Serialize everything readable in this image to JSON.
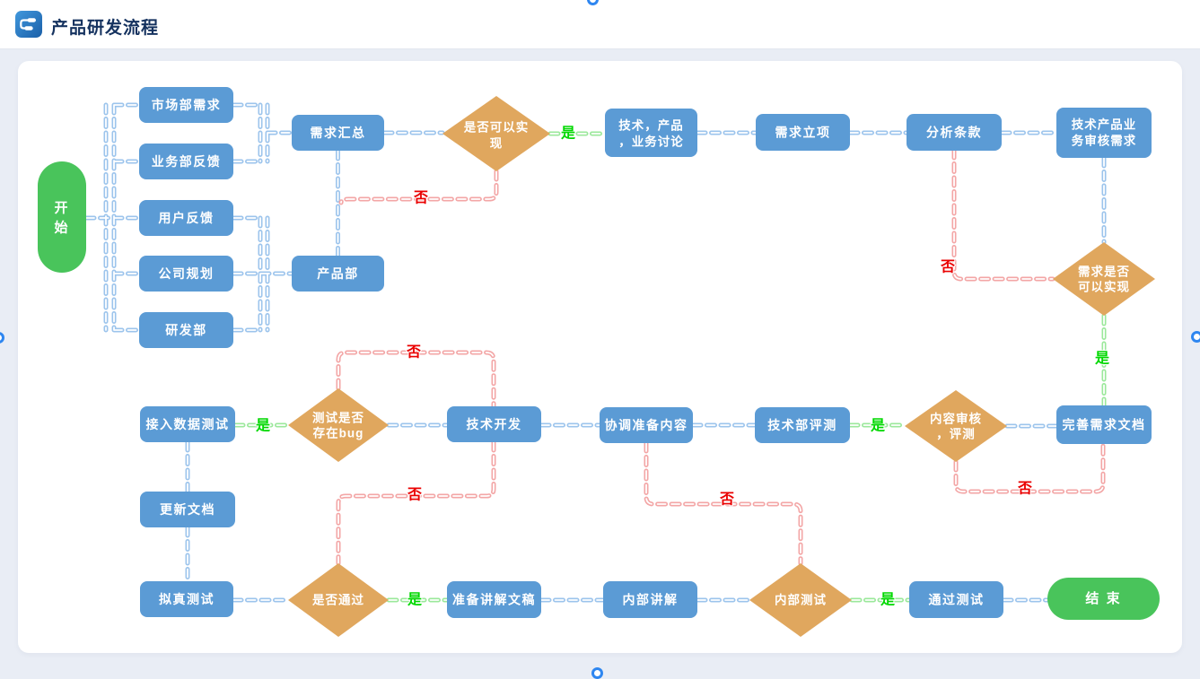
{
  "header": {
    "title": "产品研发流程",
    "icon": "flowchart-icon"
  },
  "labels": {
    "yes": "是",
    "no": "否"
  },
  "colors": {
    "node_blue": "#5b9bd5",
    "node_orange": "#e0a75e",
    "node_green": "#49c45b",
    "edge_blue": "#9cc4ec",
    "edge_green": "#9be89b",
    "edge_red": "#f3a6a6",
    "yes_green": "#00d800",
    "no_red": "#ea0000"
  },
  "nodes": {
    "start": {
      "line1": "开",
      "line2": "始"
    },
    "market": {
      "label": "市场部需求"
    },
    "business": {
      "label": "业务部反馈"
    },
    "user_feedback": {
      "label": "用户反馈"
    },
    "company_plan": {
      "label": "公司规划"
    },
    "rnd": {
      "label": "研发部"
    },
    "demand_summary": {
      "label": "需求汇总"
    },
    "product_dept": {
      "label": "产品部"
    },
    "feasible1": {
      "line1": "是否可以实",
      "line2": "现"
    },
    "tech_discuss": {
      "line1": "技术，产品",
      "line2": "，业务讨论"
    },
    "project_approval": {
      "label": "需求立项"
    },
    "analyze_terms": {
      "label": "分析条款"
    },
    "tech_review_req": {
      "line1": "技术产品业",
      "line2": "务审核需求"
    },
    "feasible2": {
      "line1": "需求是否",
      "line2": "可以实现"
    },
    "perfect_doc": {
      "label": "完善需求文档"
    },
    "content_review": {
      "line1": "内容审核",
      "line2": "，评测"
    },
    "tech_eval": {
      "label": "技术部评测"
    },
    "coordinate": {
      "label": "协调准备内容"
    },
    "tech_dev": {
      "label": "技术开发"
    },
    "bug_test": {
      "line1": "测试是否",
      "line2": "存在bug"
    },
    "data_test": {
      "label": "接入数据测试"
    },
    "update_doc": {
      "label": "更新文档"
    },
    "sim_test": {
      "label": "拟真测试"
    },
    "pass_q": {
      "label": "是否通过"
    },
    "prep_doc": {
      "label": "准备讲解文稿"
    },
    "internal_lecture": {
      "label": "内部讲解"
    },
    "internal_test": {
      "label": "内部测试"
    },
    "pass_test": {
      "label": "通过测试"
    },
    "end": {
      "label": "结 束"
    }
  },
  "edges": [
    {
      "from": "start",
      "to": "market"
    },
    {
      "from": "start",
      "to": "business"
    },
    {
      "from": "start",
      "to": "user_feedback"
    },
    {
      "from": "start",
      "to": "company_plan"
    },
    {
      "from": "start",
      "to": "rnd"
    },
    {
      "from": "market",
      "to": "demand_summary"
    },
    {
      "from": "business",
      "to": "demand_summary"
    },
    {
      "from": "user_feedback",
      "to": "product_dept"
    },
    {
      "from": "company_plan",
      "to": "product_dept"
    },
    {
      "from": "rnd",
      "to": "product_dept"
    },
    {
      "from": "demand_summary",
      "to": "product_dept"
    },
    {
      "from": "demand_summary",
      "to": "feasible1"
    },
    {
      "from": "feasible1",
      "to": "tech_discuss",
      "label": "是"
    },
    {
      "from": "feasible1",
      "to": "product_dept",
      "label": "否"
    },
    {
      "from": "tech_discuss",
      "to": "project_approval"
    },
    {
      "from": "project_approval",
      "to": "analyze_terms"
    },
    {
      "from": "analyze_terms",
      "to": "tech_review_req"
    },
    {
      "from": "tech_review_req",
      "to": "feasible2"
    },
    {
      "from": "feasible2",
      "to": "analyze_terms",
      "label": "否"
    },
    {
      "from": "feasible2",
      "to": "perfect_doc",
      "label": "是"
    },
    {
      "from": "perfect_doc",
      "to": "content_review"
    },
    {
      "from": "content_review",
      "to": "tech_eval",
      "label": "是"
    },
    {
      "from": "content_review",
      "to": "perfect_doc",
      "label": "否"
    },
    {
      "from": "tech_eval",
      "to": "coordinate"
    },
    {
      "from": "coordinate",
      "to": "tech_dev"
    },
    {
      "from": "tech_dev",
      "to": "bug_test"
    },
    {
      "from": "bug_test",
      "to": "tech_dev",
      "label": "否"
    },
    {
      "from": "bug_test",
      "to": "data_test",
      "label": "是"
    },
    {
      "from": "data_test",
      "to": "update_doc"
    },
    {
      "from": "update_doc",
      "to": "sim_test"
    },
    {
      "from": "sim_test",
      "to": "pass_q"
    },
    {
      "from": "pass_q",
      "to": "tech_dev",
      "label": "否"
    },
    {
      "from": "pass_q",
      "to": "prep_doc",
      "label": "是"
    },
    {
      "from": "prep_doc",
      "to": "internal_lecture"
    },
    {
      "from": "internal_lecture",
      "to": "internal_test"
    },
    {
      "from": "internal_test",
      "to": "coordinate",
      "label": "否"
    },
    {
      "from": "internal_test",
      "to": "pass_test",
      "label": "是"
    },
    {
      "from": "pass_test",
      "to": "end"
    }
  ]
}
